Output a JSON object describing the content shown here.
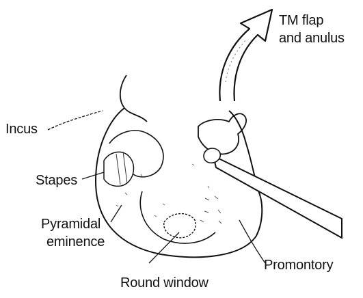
{
  "labels": {
    "tm_flap_line1": "TM flap",
    "tm_flap_line2": "and anulus",
    "incus": "Incus",
    "stapes": "Stapes",
    "pyramidal_line1": "Pyramidal",
    "pyramidal_line2": "eminence",
    "round_window": "Round window",
    "promontory": "Promontory"
  },
  "colors": {
    "ink": "#111111",
    "background": "#ffffff"
  }
}
